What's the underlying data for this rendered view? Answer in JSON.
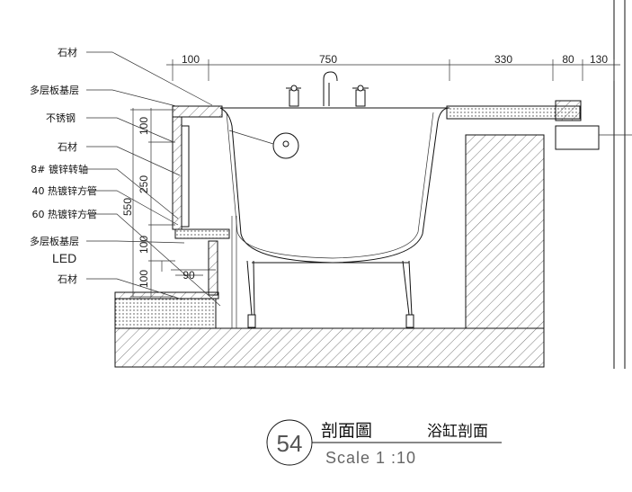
{
  "drawing": {
    "callouts": [
      "石材",
      "多层板基层",
      "不锈钢",
      "石材",
      "8# 镀锌转轴",
      "40 热镀锌方管",
      "60 热镀锌方管",
      "多层板基层",
      "石材"
    ],
    "led_label": "LED",
    "top_dimensions": [
      "100",
      "750",
      "330",
      "80",
      "130"
    ],
    "left_dimensions": [
      "100",
      "250",
      "550",
      "100",
      "100"
    ],
    "bottom_dimension": "90"
  },
  "title_block": {
    "number": "54",
    "title": "剖面圖",
    "subtitle": "浴缸剖面",
    "scale": "Scale 1 :10"
  }
}
